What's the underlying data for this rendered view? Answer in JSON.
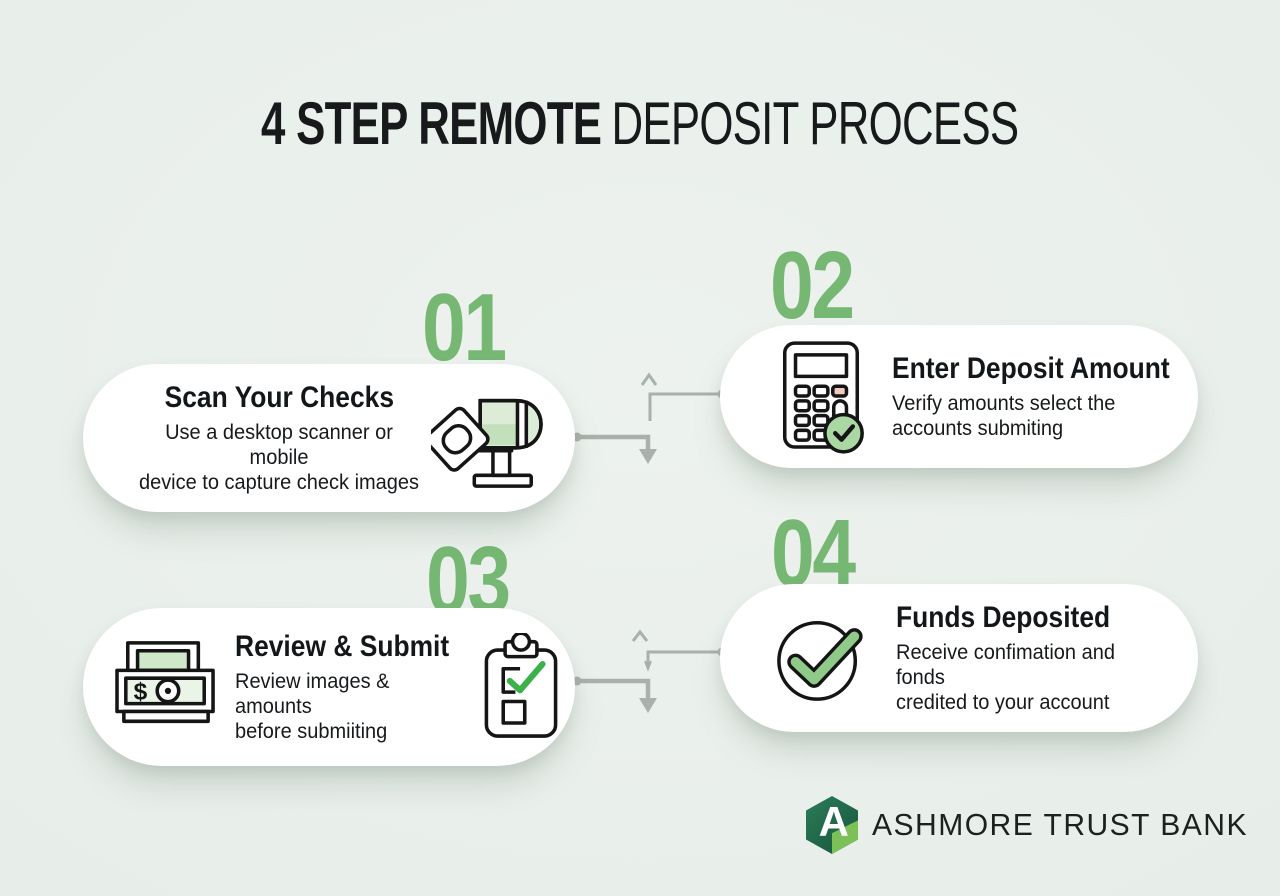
{
  "title": {
    "part1": "4 STEP REMOTE",
    "part2": "DEPOSIT PROCESS"
  },
  "steps": [
    {
      "number": "01",
      "title": "Scan Your Checks",
      "description": "Use a desktop scanner or mobile\ndevice to capture check images",
      "icon": "check-scanner-icon"
    },
    {
      "number": "02",
      "title": "Enter Deposit Amount",
      "description": "Verify amounts select the\naccounts submiting",
      "icon": "calculator-check-icon"
    },
    {
      "number": "03",
      "title": "Review & Submit",
      "description": "Review images & amounts\nbefore submiiting",
      "icon_left": "cash-bills-icon",
      "icon_right": "clipboard-check-icon"
    },
    {
      "number": "04",
      "title": "Funds Deposited",
      "description": "Receive confimation and fonds\ncredited to your account",
      "icon": "circle-check-icon"
    }
  ],
  "footer": {
    "brand": "ASHMORE TRUST BANK",
    "logo_letter": "A"
  },
  "colors": {
    "background": "#e8eeea",
    "card": "#ffffff",
    "accent_green": "#76b873",
    "icon_fill_green": "#cfe8ca",
    "check_green": "#3cb04b",
    "connector_gray": "#a8b1ab",
    "text_dark": "#16191b",
    "logo_dark_green": "#1d6045",
    "logo_light_green": "#7cc158"
  }
}
